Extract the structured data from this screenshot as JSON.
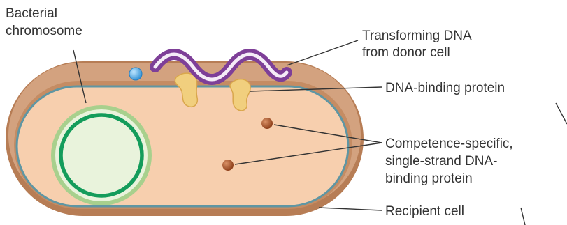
{
  "labels": {
    "chromosome": [
      "Bacterial",
      "chromosome"
    ],
    "transforming_dna": [
      "Transforming DNA",
      "from donor cell"
    ],
    "dna_binding_protein": "DNA-binding protein",
    "competence_protein": [
      "Competence-specific,",
      "single-strand DNA-",
      "binding protein"
    ],
    "recipient_cell": "Recipient cell"
  },
  "colors": {
    "cell_wall_outer": "#b77d55",
    "cell_wall_top": "#d3a27f",
    "cytoplasm": "#f7cfae",
    "membrane": "#5f96a3",
    "chromosome_outer_ring": "#a8d08d",
    "chromosome_inner_ring": "#149c5b",
    "dna_strand": "#7e3f98",
    "dna_binding_protein": "#f1cf7e",
    "competence_protein": "#a6542a",
    "small_blue_particle": "#4fb0e8"
  }
}
